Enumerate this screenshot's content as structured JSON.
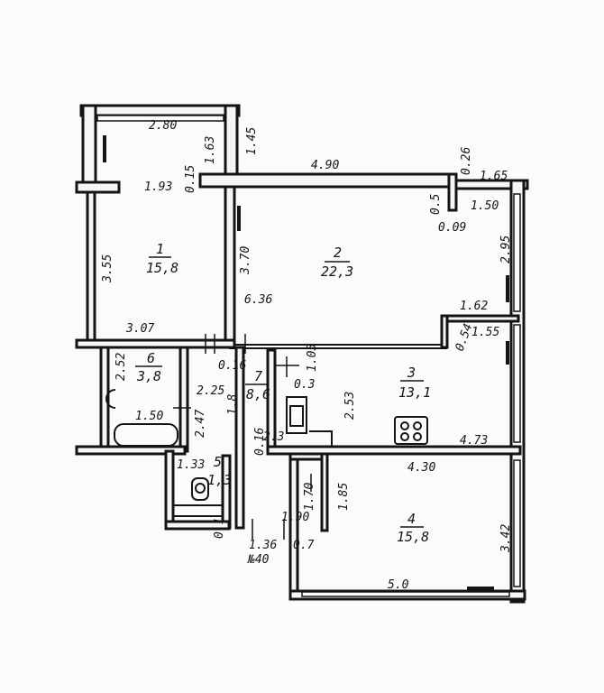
{
  "rooms": {
    "r1": {
      "number": "1",
      "area": "15,8"
    },
    "r2": {
      "number": "2",
      "area": "22,3"
    },
    "r3": {
      "number": "3",
      "area": "13,1"
    },
    "r4": {
      "number": "4",
      "area": "15,8"
    },
    "r5": {
      "number": "5",
      "area": "1,3"
    },
    "r6": {
      "number": "6",
      "area": "3,8"
    },
    "r7": {
      "number": "7",
      "area": "8,6"
    }
  },
  "dimensions": {
    "d_2_80": "2.80",
    "d_1_63": "1.63",
    "d_1_45": "1.45",
    "d_4_90": "4.90",
    "d_0_26": "0.26",
    "d_1_65": "1.65",
    "d_1_93": "1.93",
    "d_0_15": "0.15",
    "d_0_5": "0.5",
    "d_1_50_top": "1.50",
    "d_0_09": "0.09",
    "d_3_55": "3.55",
    "d_3_70": "3.70",
    "d_2_95": "2.95",
    "d_6_36": "6.36",
    "d_1_62": "1.62",
    "d_3_07": "3.07",
    "d_0_54": "0.54",
    "d_1_55": "1.55",
    "d_2_52": "2.52",
    "d_0_16": "0.16",
    "d_1_05": "1.05",
    "d_2_25": "2.25",
    "d_0_3": "0.3",
    "d_2_53": "2.53",
    "d_1_50_bath": "1.50",
    "d_2_47": "2.47",
    "d_1_8": "1.8",
    "d_0_16b": "0.16",
    "d_2_3": "2.3",
    "d_4_73": "4.73",
    "d_1_33": "1.33",
    "d_4_30": "4.30",
    "d_1_70": "1.70",
    "d_1_85": "1.85",
    "d_1_90": "1.90",
    "d_3_42": "3.42",
    "d_0_1": "0.1",
    "d_1_36": "1.36",
    "d_0_7": "0.7",
    "d_5_0": "5.0"
  },
  "apartment_label": "№40"
}
